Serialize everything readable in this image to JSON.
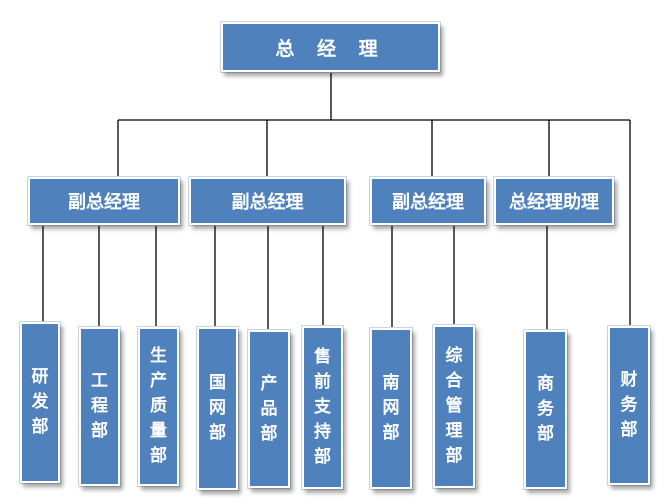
{
  "chart": {
    "root": {
      "label": "总 经 理"
    },
    "level2": [
      {
        "label": "副总经理"
      },
      {
        "label": "副总经理"
      },
      {
        "label": "副总经理"
      },
      {
        "label": "总经理助理"
      }
    ],
    "departments": [
      {
        "label": "研发部",
        "chars": [
          "研",
          "发",
          "部"
        ]
      },
      {
        "label": "工程部",
        "chars": [
          "工",
          "程",
          "部"
        ]
      },
      {
        "label": "生产质量部",
        "chars": [
          "生",
          "产",
          "质",
          "量",
          "部"
        ]
      },
      {
        "label": "国网部",
        "chars": [
          "国",
          "网",
          "部"
        ]
      },
      {
        "label": "产品部",
        "chars": [
          "产",
          "品",
          "部"
        ]
      },
      {
        "label": "售前支持部",
        "chars": [
          "售",
          "前",
          "支",
          "持",
          "部"
        ]
      },
      {
        "label": "南网部",
        "chars": [
          "南",
          "网",
          "部"
        ]
      },
      {
        "label": "综合管理部",
        "chars": [
          "综",
          "合",
          "管",
          "理",
          "部"
        ]
      },
      {
        "label": "商务部",
        "chars": [
          "商",
          "务",
          "部"
        ]
      },
      {
        "label": "财务部",
        "chars": [
          "财",
          "务",
          "部"
        ]
      }
    ]
  },
  "colors": {
    "box_fill": "#4f81bd",
    "box_border": "#ffffff",
    "connector": "#000000",
    "text": "#ffffff"
  }
}
